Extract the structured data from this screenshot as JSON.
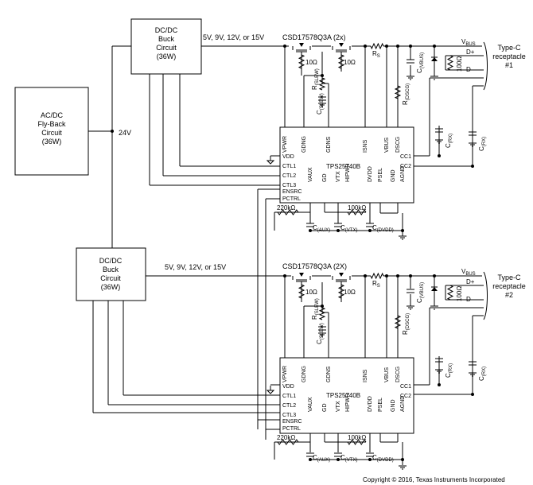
{
  "blocks": {
    "acdc": [
      "AC/DC",
      "Fly-Back",
      "Circuit",
      "(36W)"
    ],
    "buck1": [
      "DC/DC",
      "Buck",
      "Circuit",
      "(36W)"
    ],
    "buck2": [
      "DC/DC",
      "Buck",
      "Circuit",
      "(36W)"
    ]
  },
  "labels": {
    "rail_24v": "24V",
    "out_volts": "5V, 9V, 12V, or 15V",
    "mosfet1": "CSD17578Q3A (2x)",
    "mosfet2": "CSD17578Q3A (2X)",
    "r10": "10Ω",
    "rs": "R",
    "rs_sub": "S",
    "vbus": "V",
    "vbus_sub": "BUS",
    "dplus": "D+",
    "dminus": "D–",
    "r100": "100Ω",
    "c": "C",
    "c_vbus_sub": "(VBUS)",
    "c_rx_sub": "(RX)",
    "r_slew": "R",
    "r_slew_sub": "(SLEW)",
    "c_slew_sub": "(SLEW)",
    "r_dscg": "R",
    "r_dscg_sub": "(DSCG)",
    "r220k": "220kΩ",
    "r100k": "100kΩ",
    "c_aux_sub": "(AUX)",
    "c_vtx_sub": "(VTX)",
    "c_dvdd_sub": "(DVDD)",
    "typec1": [
      "Type-C",
      "receptacle",
      "#1"
    ],
    "typec2": [
      "Type-C",
      "receptacle",
      "#2"
    ],
    "copyright": "Copyright © 2016, Texas Instruments Incorporated"
  },
  "ic": {
    "name": "TPS25740B",
    "top_pins": [
      "VPWR",
      "GDNG",
      "GDNS",
      "ISNS",
      "VBUS",
      "DSCG"
    ],
    "left_pins": [
      "VDD",
      "CTL1",
      "CTL2",
      "CTL3",
      "ENSRC",
      "PCTRL"
    ],
    "right_pins": [
      "CC1",
      "CC2"
    ],
    "bottom_pins": [
      "VAUX",
      "GD",
      "VTX",
      "HIPWR",
      "DVDD",
      "PSEL",
      "GND",
      "AGND"
    ]
  }
}
